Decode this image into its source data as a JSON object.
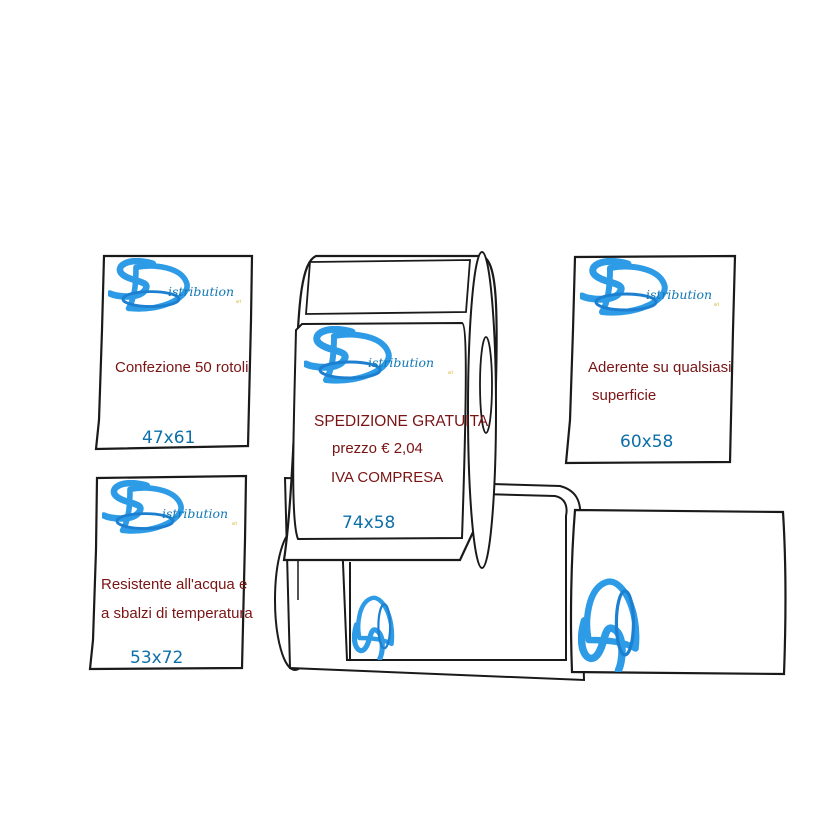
{
  "brand": {
    "name": "istribution",
    "suffix": "srl"
  },
  "labels": [
    {
      "text_lines": [
        "Confezione 50 rotoli"
      ],
      "size": "47x61"
    },
    {
      "text_lines": [
        "Resistente all'acqua e",
        "a sbalzi di temperatura"
      ],
      "size": "53x72"
    },
    {
      "text_lines": [
        "SPEDIZIONE GRATUITA",
        "prezzo   € 2,04",
        "IVA COMPRESA"
      ],
      "size": "74x58"
    },
    {
      "text_lines": [
        "Aderente su qualsiasi",
        "superficie"
      ],
      "size": "60x58"
    }
  ],
  "colors": {
    "brand_blue": "#2e9be6",
    "text_red": "#7a1414",
    "size_blue": "#0d6fa8",
    "outline": "#1a1a1a"
  }
}
